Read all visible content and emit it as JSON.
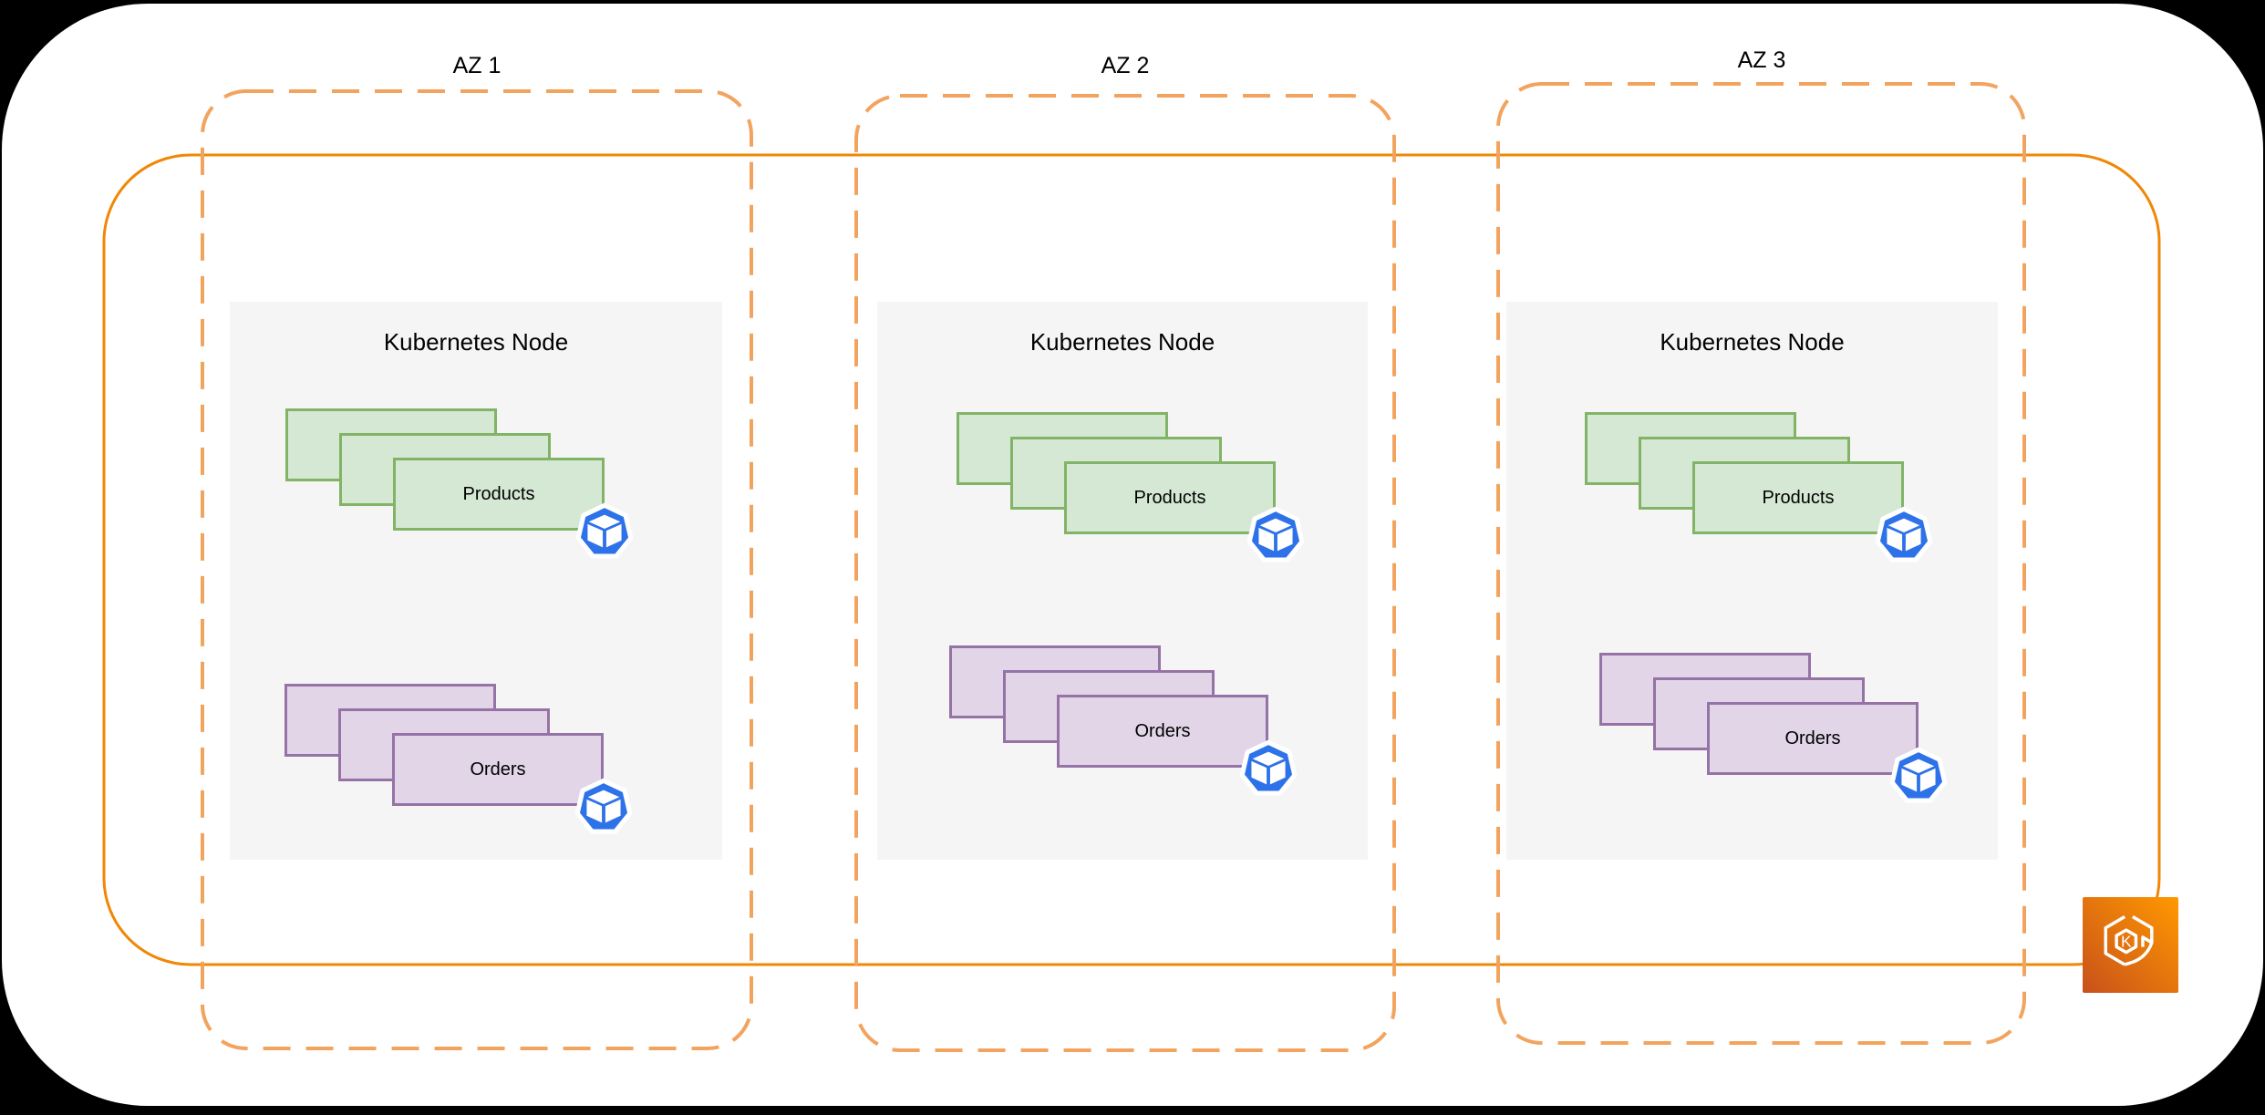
{
  "azs": [
    {
      "label": "AZ 1",
      "node": {
        "title": "Kubernetes Node",
        "stacks": [
          {
            "label": "Products"
          },
          {
            "label": "Orders"
          }
        ]
      }
    },
    {
      "label": "AZ 2",
      "node": {
        "title": "Kubernetes Node",
        "stacks": [
          {
            "label": "Products"
          },
          {
            "label": "Orders"
          }
        ]
      }
    },
    {
      "label": "AZ 3",
      "node": {
        "title": "Kubernetes Node",
        "stacks": [
          {
            "label": "Products"
          },
          {
            "label": "Orders"
          }
        ]
      }
    }
  ],
  "icons": {
    "pod": "kubernetes-pod-icon",
    "cluster": "amazon-eks-icon"
  },
  "colors": {
    "cluster_boundary": "#f08705",
    "az_boundary": "#f2a45f",
    "products_fill": "#d5e8d4",
    "products_border": "#82b366",
    "orders_fill": "#e1d5e7",
    "orders_border": "#9673a6",
    "node_background": "#f5f5f5",
    "pod_blue": "#2d72e8",
    "eks_gradient_dark": "#c8511b",
    "eks_gradient_light": "#ff9900"
  }
}
